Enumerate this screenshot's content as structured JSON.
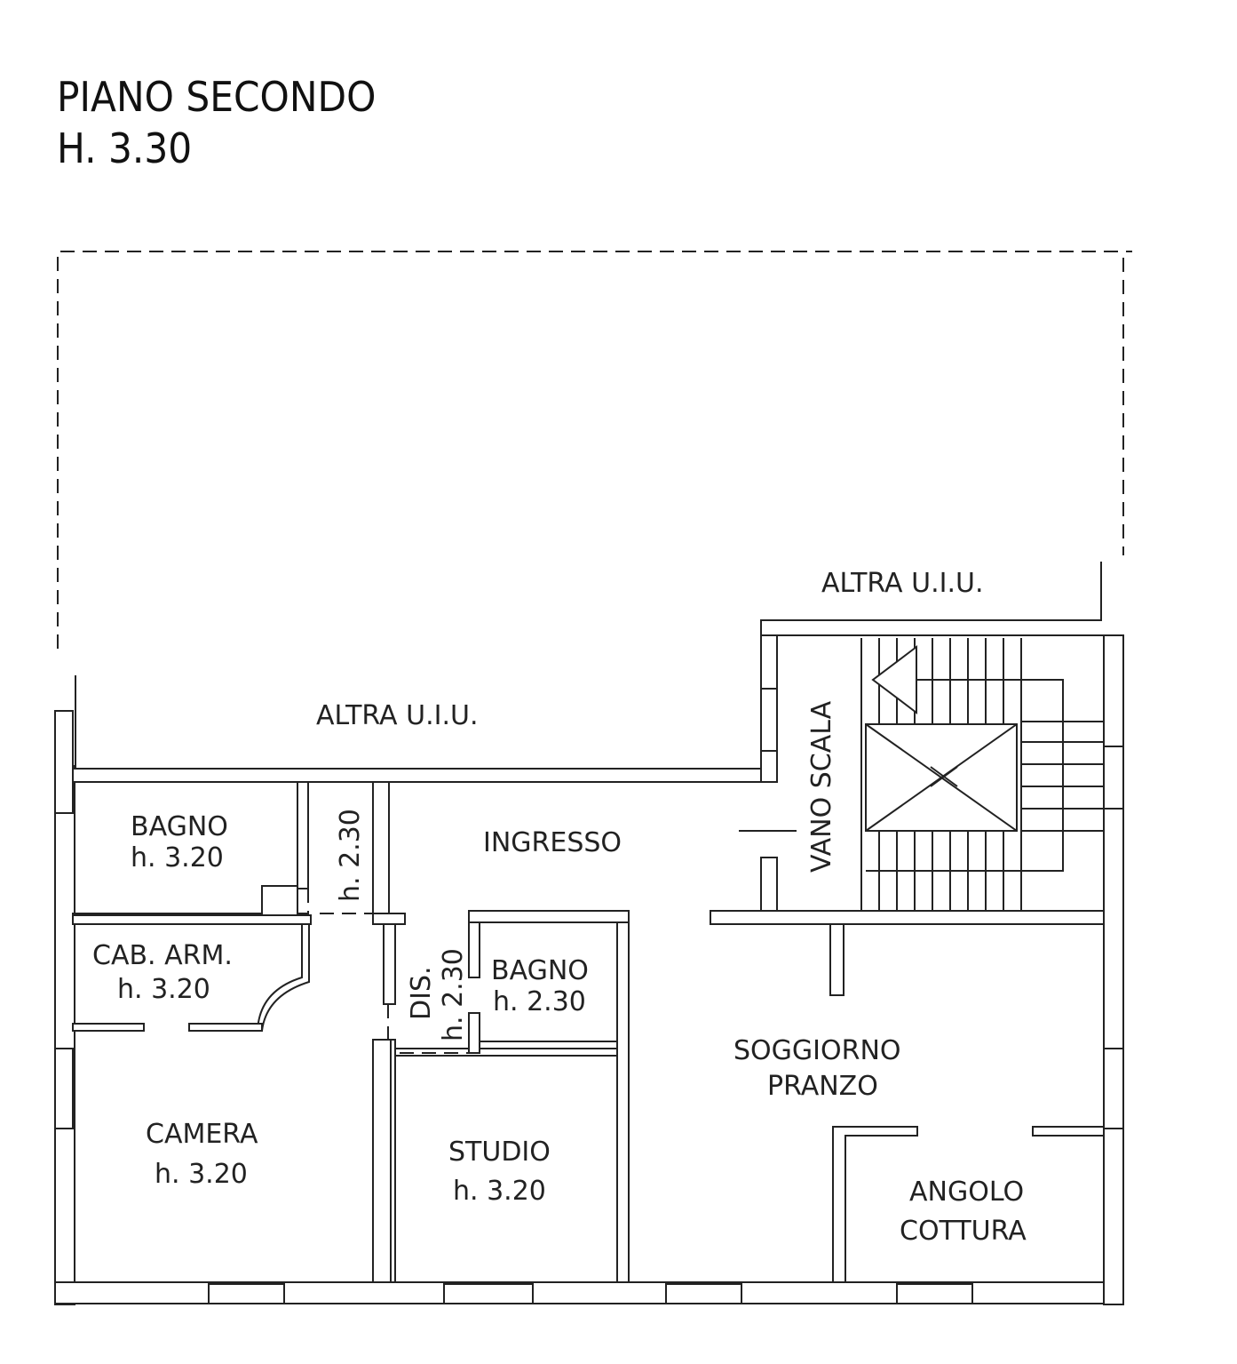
{
  "header": {
    "title": "PIANO SECONDO",
    "height": "H. 3.30"
  },
  "rooms": {
    "altra_top": "ALTRA U.I.U.",
    "altra_left": "ALTRA U.I.U.",
    "bagno1": {
      "name": "BAGNO",
      "height": "h. 3.20"
    },
    "corridor_height": "h. 2.30",
    "ingresso": "INGRESSO",
    "vano_scala": "VANO SCALA",
    "cab_arm": {
      "name": "CAB. ARM.",
      "height": "h. 3.20"
    },
    "dis": {
      "name": "DIS.",
      "height": "h. 2.30"
    },
    "bagno2": {
      "name": "BAGNO",
      "height": "h. 2.30"
    },
    "soggiorno": {
      "line1": "SOGGIORNO",
      "line2": "PRANZO"
    },
    "camera": {
      "name": "CAMERA",
      "height": "h. 3.20"
    },
    "studio": {
      "name": "STUDIO",
      "height": "h. 3.20"
    },
    "angolo": {
      "line1": "ANGOLO",
      "line2": "COTTURA"
    }
  }
}
